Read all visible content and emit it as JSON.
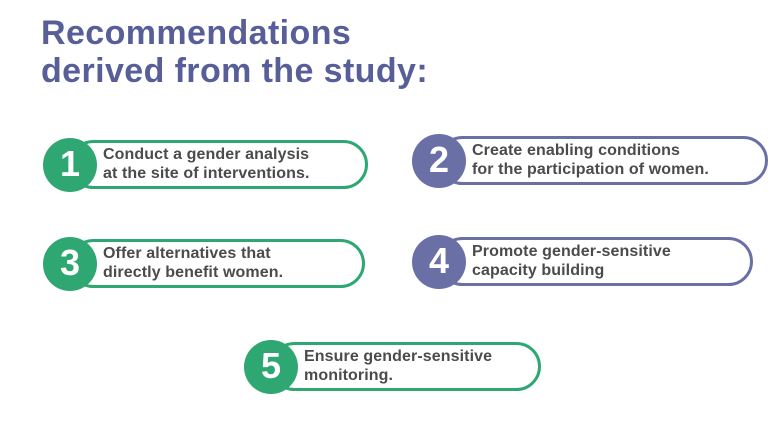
{
  "title": {
    "line1": "Recommendations",
    "line2": "derived from the study:"
  },
  "items": [
    {
      "number": "1",
      "line1": "Conduct a gender analysis",
      "line2": "at the site of interventions.",
      "color": "green"
    },
    {
      "number": "2",
      "line1": "Create enabling conditions",
      "line2": "for the participation of women.",
      "color": "purple"
    },
    {
      "number": "3",
      "line1": "Offer alternatives that",
      "line2": "directly benefit women.",
      "color": "green"
    },
    {
      "number": "4",
      "line1": "Promote gender-sensitive",
      "line2": "capacity building",
      "color": "purple"
    },
    {
      "number": "5",
      "line1": "Ensure gender-sensitive",
      "line2": "monitoring.",
      "color": "green"
    }
  ],
  "colors": {
    "green": "#2fa772",
    "purple": "#6a6fa6",
    "title": "#585e98",
    "text": "#4b4b4b"
  }
}
